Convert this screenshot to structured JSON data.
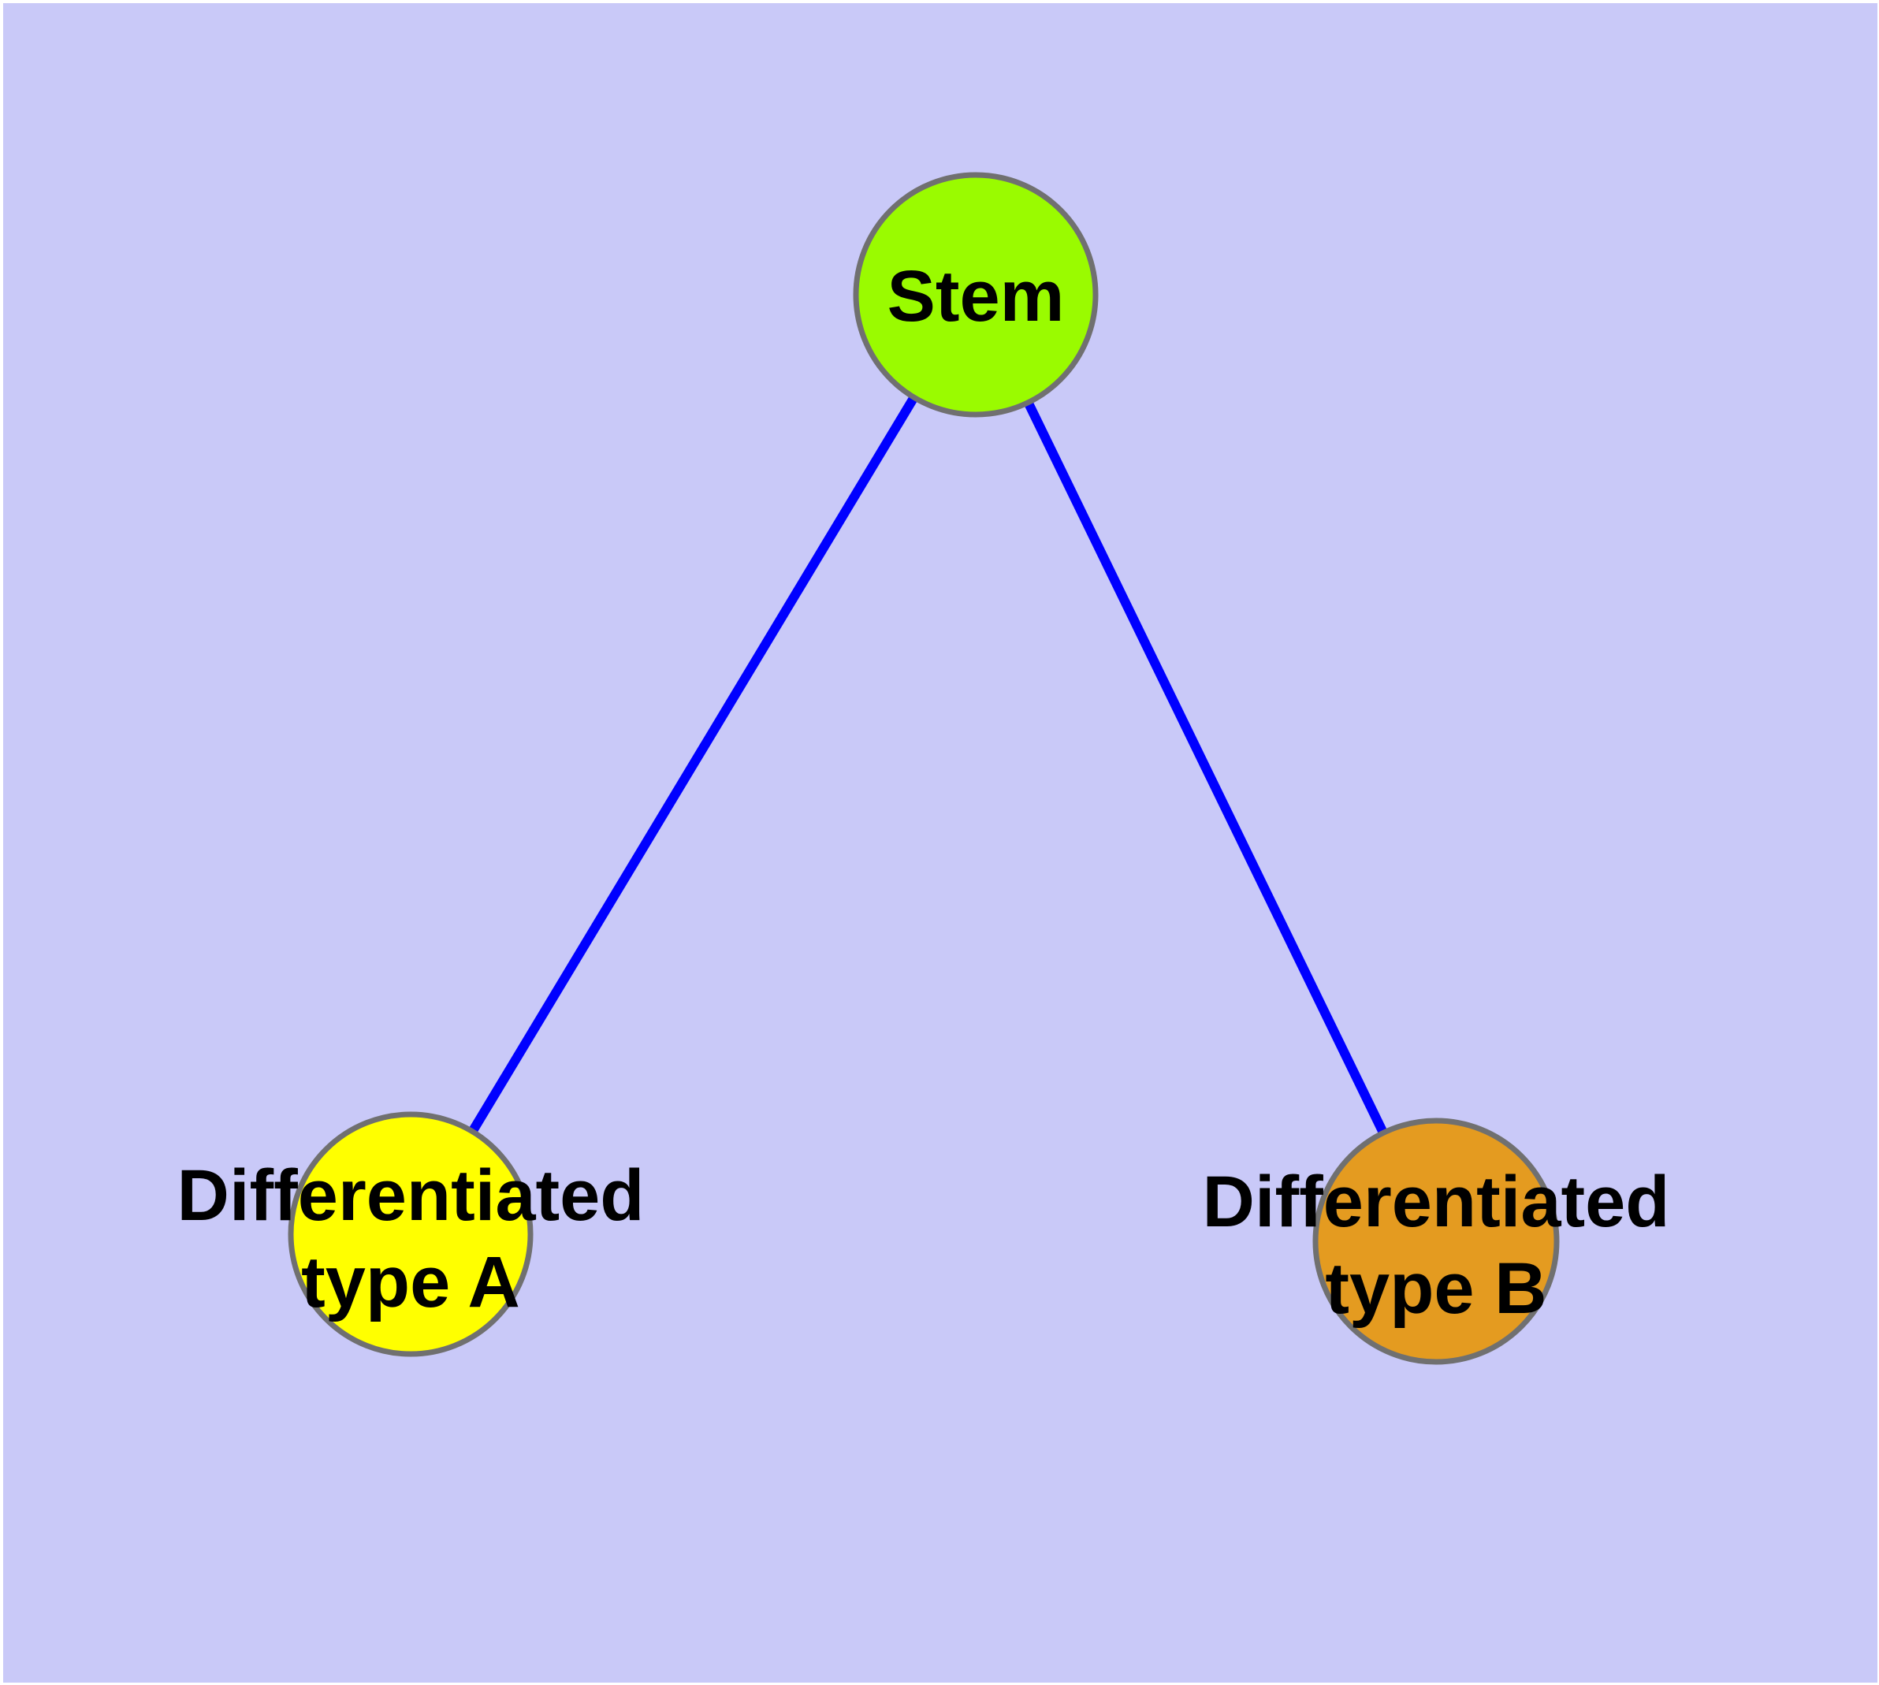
{
  "diagram": {
    "background_color": "#c9c9f8",
    "frame_color": "#ffffff",
    "label_color": "#000000",
    "nodes": {
      "stem": {
        "label": "Stem",
        "fill": "#9afb00",
        "border_color": "#707070"
      },
      "type_a": {
        "label": "Differentiated\ntype A",
        "fill": "#ffff00",
        "border_color": "#707070"
      },
      "type_b": {
        "label": "Differentiated\ntype B",
        "fill": "#e49b20",
        "border_color": "#707070"
      }
    },
    "edges": [
      {
        "from": "Stem",
        "to": "Differentiated type A",
        "color": "#0000ff"
      },
      {
        "from": "Stem",
        "to": "Differentiated type B",
        "color": "#0000ff"
      }
    ]
  }
}
